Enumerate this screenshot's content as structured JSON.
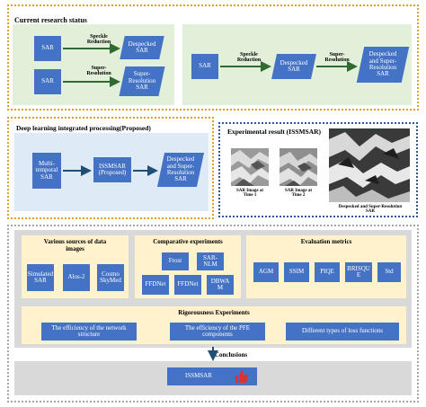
{
  "current": {
    "title": "Current research status",
    "left": {
      "sar1": "SAR",
      "op1": "Speckle\nReduction",
      "out1": "Despecked\nSAR",
      "sar2": "SAR",
      "op2": "Super-\nResolution",
      "out2": "Super-\nResolution\nSAR"
    },
    "right": {
      "sar": "SAR",
      "op1": "Speckle\nReduction",
      "mid": "Despecked\nSAR",
      "op2": "Super-\nResolution",
      "out": "Despecked\nand Super-\nResolution\nSAR"
    }
  },
  "deep": {
    "title": "Deep learning integrated processing(Proposed)",
    "input": "Multi-\ntemporal\nSAR",
    "model": "ISSMSAR\n(Proposed)",
    "output": "Despecked\nand Super-\nResolution\nSAR"
  },
  "experimental": {
    "title": "Experimental result (ISSMSAR)",
    "cap1": "SAR Image at\nTime 1",
    "cap2": "SAR Image at\nTime 2",
    "cap3": "Despecked and Super-Resolution\nSAR"
  },
  "sources": {
    "title": "Various sources of data\nimages",
    "items": [
      "Simulated\nSAR",
      "Alos-2",
      "Cosmo\nSkyMed"
    ]
  },
  "comparative": {
    "title": "Comparative experiments",
    "items": [
      "Frost",
      "SAR-\nNLM",
      "FFDNet",
      "FFDNet",
      "DBWA\nM"
    ]
  },
  "metrics": {
    "title": "Evaluation metrics",
    "items": [
      "AGM",
      "SSIM",
      "PIQE",
      "BRISQU\nE",
      "Std"
    ]
  },
  "rigor": {
    "title": "Rigorousness Experiments",
    "items": [
      "The efficiency of the network\nstructure",
      "The efficiency of the PFE\ncomponents",
      "Different types of loss functions"
    ]
  },
  "conclusions": {
    "title": "Conclusions",
    "box": "ISSMSAR",
    "icon": "thumbs-up-icon",
    "icon_color": "#e03030"
  },
  "colors": {
    "box_blue": "#4472c4",
    "green_bg": "#e2f0d9",
    "blue_bg": "#deebf7",
    "gray_bg": "#d9d9d9",
    "yellow_bg": "#fff2cc",
    "orange_frame": "#e0a020",
    "blue_frame": "#2f5597"
  }
}
